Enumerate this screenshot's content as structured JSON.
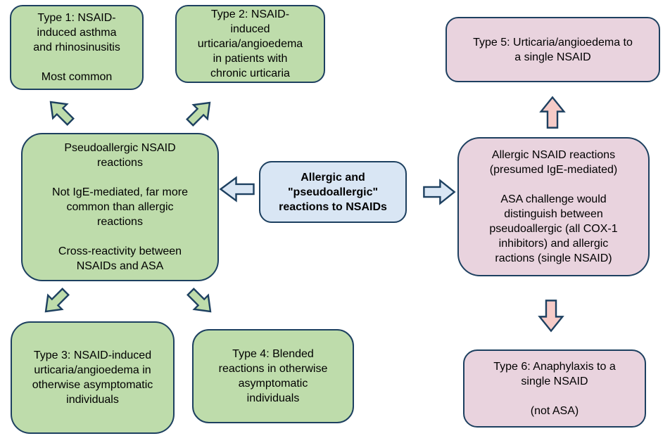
{
  "boxes": {
    "center": {
      "text": "Allergic and\n\"pseudoallergic\"\nreactions to NSAIDs"
    },
    "pseudoallergic": {
      "text": "Pseudoallergic NSAID\nreactions\n\nNot IgE-mediated, far more\ncommon than allergic\nreactions\n\nCross-reactivity between\nNSAIDs and ASA"
    },
    "allergic": {
      "text": "Allergic NSAID reactions\n(presumed IgE-mediated)\n\nASA challenge would\ndistinguish between\npseudoallergic (all COX-1\ninhibitors) and allergic\nractions (single NSAID)"
    },
    "type1": {
      "text": "Type 1: NSAID-\ninduced asthma\nand rhinosinusitis\n\nMost common"
    },
    "type2": {
      "text": "Type 2: NSAID-\ninduced\nurticaria/angioedema\nin patients with\nchronic urticaria"
    },
    "type3": {
      "text": "Type 3: NSAID-induced\nurticaria/angioedema in\notherwise asymptomatic\nindividuals"
    },
    "type4": {
      "text": "Type 4: Blended\nreactions in otherwise\nasymptomatic\nindividuals"
    },
    "type5": {
      "text": "Type 5: Urticaria/angioedema to\na single NSAID"
    },
    "type6": {
      "text": "Type 6: Anaphylaxis to a\nsingle NSAID\n\n(not ASA)"
    }
  },
  "colors": {
    "green_fill": "#bedcab",
    "pink_fill": "#e9d3de",
    "salmon_arrow_fill": "#f6cbc7",
    "blue_fill": "#d9e6f4",
    "border": "#1d4060",
    "background": "#ffffff",
    "text": "#000000"
  }
}
